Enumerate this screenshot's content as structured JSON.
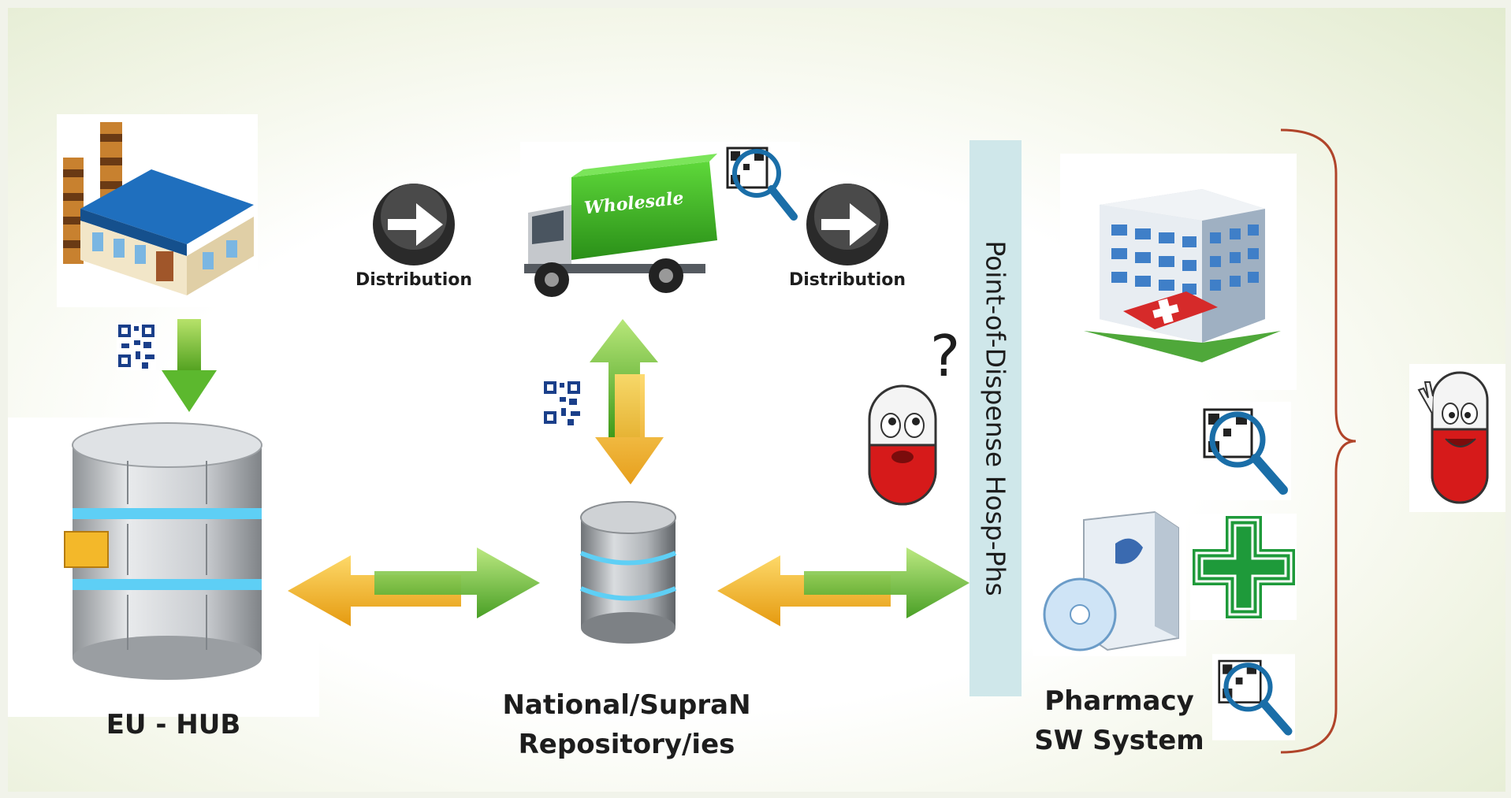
{
  "labels": {
    "eu_hub": "EU - HUB",
    "national_line1": "National/SupraN",
    "national_line2": "Repository/ies",
    "pharmacy_line1": "Pharmacy",
    "pharmacy_line2": "SW System",
    "distribution_left": "Distribution",
    "distribution_right": "Distribution",
    "truck_text": "Wholesale",
    "point_of_dispense": "Point-of-Dispense Hosp-Phs",
    "question": "?"
  },
  "colors": {
    "green_arrow": "#5cb82e",
    "orange_arrow": "#f2b21b",
    "pharmacy_green": "#1e9a3a",
    "pill_red": "#d61a1a",
    "brace": "#b0442a",
    "pod_bar": "#cfe7ea"
  },
  "icons": [
    "factory-icon",
    "qr-code-icon",
    "database-icon",
    "truck-icon",
    "hospital-icon",
    "software-box-icon",
    "pharmacy-cross-icon",
    "pill-character-icon",
    "magnifier-qr-icon",
    "arrow-right-circle-icon"
  ]
}
